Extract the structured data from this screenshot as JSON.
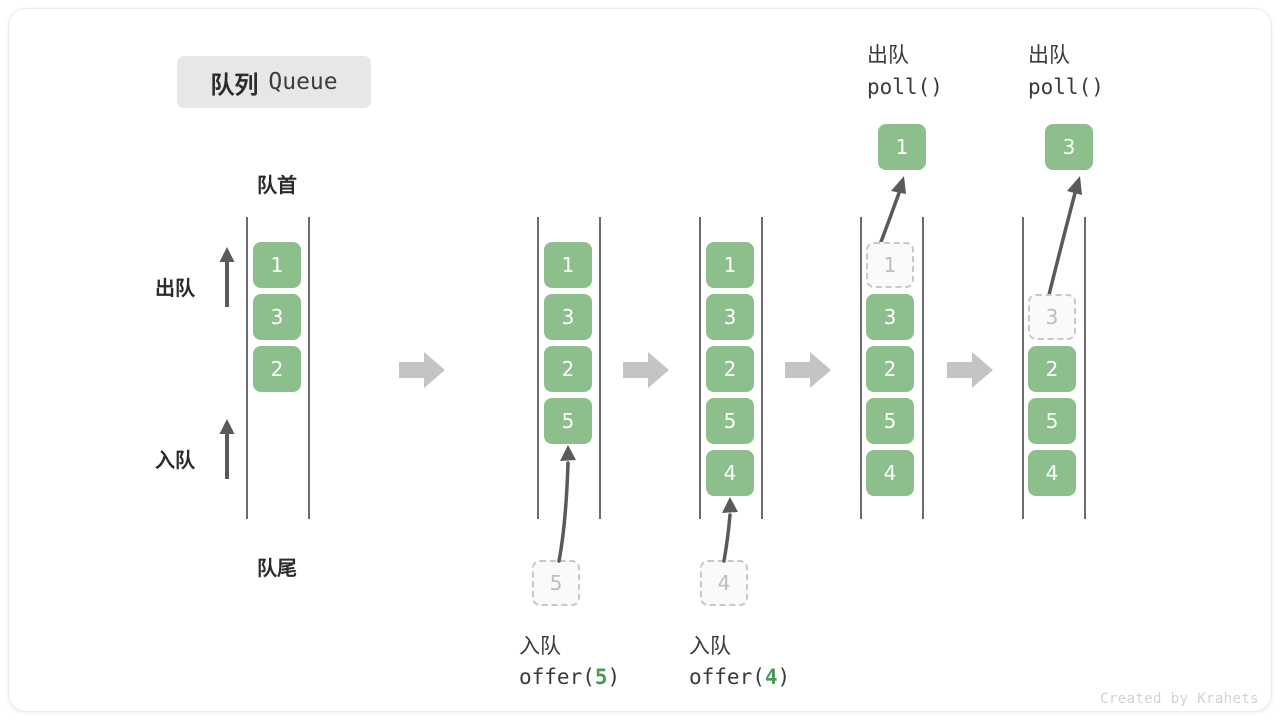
{
  "title": {
    "cn": "队列",
    "en": "Queue"
  },
  "labels": {
    "head": "队首",
    "tail": "队尾",
    "dequeue": "出队",
    "enqueue": "入队"
  },
  "colors": {
    "cell_fill": "#8cbf8c",
    "cell_text": "#ffffff",
    "ghost_border": "#c8c8c8",
    "ghost_text": "#bdbdbd",
    "rail": "#6b6b6b",
    "arrow": "#5a5a5a",
    "step_arrow": "#c4c4c4",
    "badge_bg": "#e7e7e7",
    "highlight": "#4a9a52"
  },
  "columns": [
    {
      "name": "initial-queue",
      "cells": [
        {
          "value": "1",
          "state": "filled"
        },
        {
          "value": "3",
          "state": "filled"
        },
        {
          "value": "2",
          "state": "filled"
        }
      ],
      "side_arrows": [
        {
          "label": "出队",
          "direction": "up"
        },
        {
          "label": "入队",
          "direction": "up"
        }
      ],
      "head_label": "队首",
      "tail_label": "队尾"
    },
    {
      "name": "after-offer-5",
      "cells": [
        {
          "value": "1",
          "state": "filled"
        },
        {
          "value": "3",
          "state": "filled"
        },
        {
          "value": "2",
          "state": "filled"
        },
        {
          "value": "5",
          "state": "filled"
        }
      ],
      "incoming": {
        "value": "5",
        "state": "ghost"
      },
      "caption": {
        "cn": "入队",
        "code_prefix": "offer(",
        "code_value": "5",
        "code_suffix": ")"
      }
    },
    {
      "name": "after-offer-4",
      "cells": [
        {
          "value": "1",
          "state": "filled"
        },
        {
          "value": "3",
          "state": "filled"
        },
        {
          "value": "2",
          "state": "filled"
        },
        {
          "value": "5",
          "state": "filled"
        },
        {
          "value": "4",
          "state": "filled"
        }
      ],
      "incoming": {
        "value": "4",
        "state": "ghost"
      },
      "caption": {
        "cn": "入队",
        "code_prefix": "offer(",
        "code_value": "4",
        "code_suffix": ")"
      }
    },
    {
      "name": "after-poll-1",
      "cells": [
        {
          "value": "1",
          "state": "ghost"
        },
        {
          "value": "3",
          "state": "filled"
        },
        {
          "value": "2",
          "state": "filled"
        },
        {
          "value": "5",
          "state": "filled"
        },
        {
          "value": "4",
          "state": "filled"
        }
      ],
      "outgoing": {
        "value": "1",
        "state": "filled"
      },
      "caption": {
        "cn": "出队",
        "code": "poll()"
      }
    },
    {
      "name": "after-poll-3",
      "cells": [
        {
          "value": "",
          "state": "empty"
        },
        {
          "value": "3",
          "state": "ghost"
        },
        {
          "value": "2",
          "state": "filled"
        },
        {
          "value": "5",
          "state": "filled"
        },
        {
          "value": "4",
          "state": "filled"
        }
      ],
      "outgoing": {
        "value": "3",
        "state": "filled"
      },
      "caption": {
        "cn": "出队",
        "code": "poll()"
      }
    }
  ],
  "step_arrows": 4,
  "credit": "Created by Krahets"
}
